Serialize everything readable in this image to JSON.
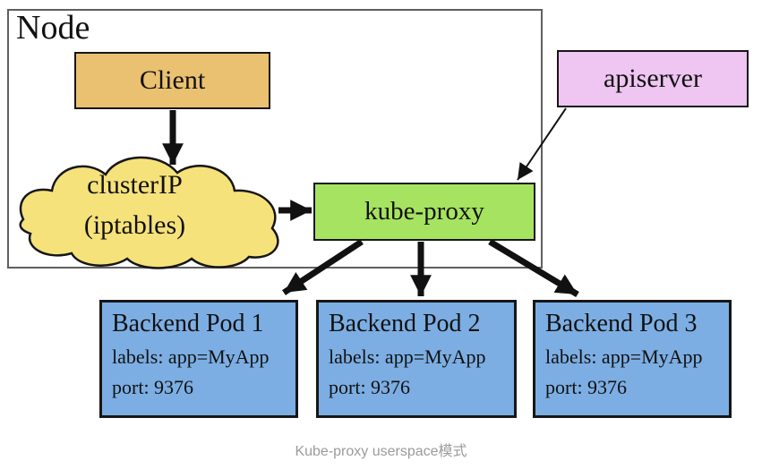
{
  "diagram": {
    "title_caption": "Kube-proxy userspace模式",
    "node": {
      "label": "Node"
    },
    "client": {
      "label": "Client"
    },
    "cluster_ip": {
      "line1": "clusterIP",
      "line2": "(iptables)"
    },
    "kube_proxy": {
      "label": "kube-proxy"
    },
    "apiserver": {
      "label": "apiserver"
    },
    "pods": [
      {
        "title": "Backend Pod 1",
        "labels": "labels: app=MyApp",
        "port": "port: 9376"
      },
      {
        "title": "Backend Pod 2",
        "labels": "labels: app=MyApp",
        "port": "port: 9376"
      },
      {
        "title": "Backend Pod 3",
        "labels": "labels: app=MyApp",
        "port": "port: 9376"
      }
    ],
    "edges": [
      {
        "from": "client",
        "to": "cluster-ip",
        "style": "thick"
      },
      {
        "from": "cluster-ip",
        "to": "kube-proxy",
        "style": "thick"
      },
      {
        "from": "apiserver",
        "to": "kube-proxy",
        "style": "thin"
      },
      {
        "from": "kube-proxy",
        "to": "backend-pod-1",
        "style": "thick"
      },
      {
        "from": "kube-proxy",
        "to": "backend-pod-2",
        "style": "thick"
      },
      {
        "from": "kube-proxy",
        "to": "backend-pod-3",
        "style": "thick"
      }
    ],
    "colors": {
      "client_fill": "#EAC170",
      "cloud_fill": "#F6E27A",
      "kube_proxy_fill": "#A6E360",
      "apiserver_fill": "#EFC5F1",
      "pod_fill": "#7CAEE3",
      "box_border": "#161616",
      "node_border": "#5F5F5F",
      "arrow": "#111111",
      "caption_color": "#9B9B9B"
    }
  }
}
